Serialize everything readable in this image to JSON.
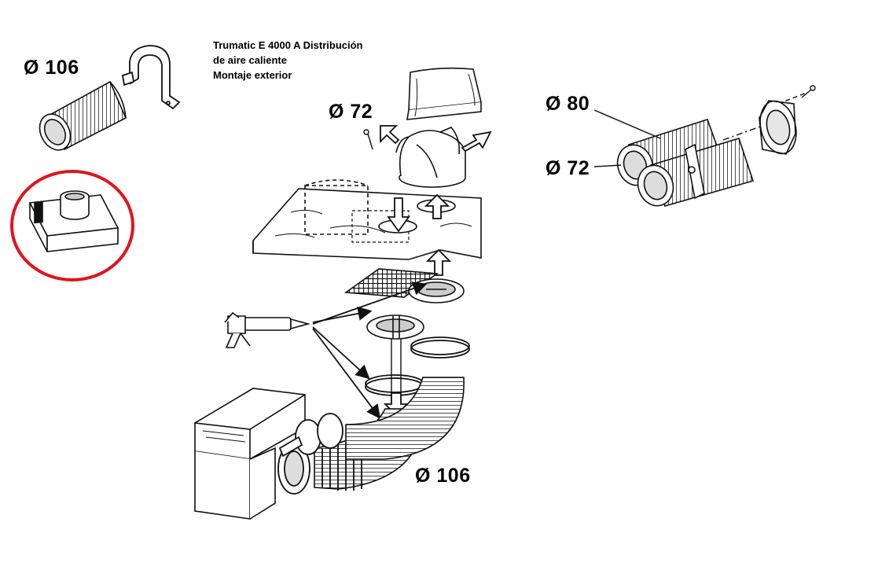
{
  "title": {
    "line1": "Trumatic E 4000 A Distribución",
    "line2": "de aire caliente",
    "line3": "Montaje exterior"
  },
  "labels": {
    "diam_106_top": "Ø 106",
    "diam_72_outlet": "Ø 72",
    "diam_80": "Ø 80",
    "diam_72_right": "Ø 72",
    "diam_106_bottom": "Ø 106"
  },
  "highlight_color": "#e0141b",
  "line_color": "#1a1a1a"
}
